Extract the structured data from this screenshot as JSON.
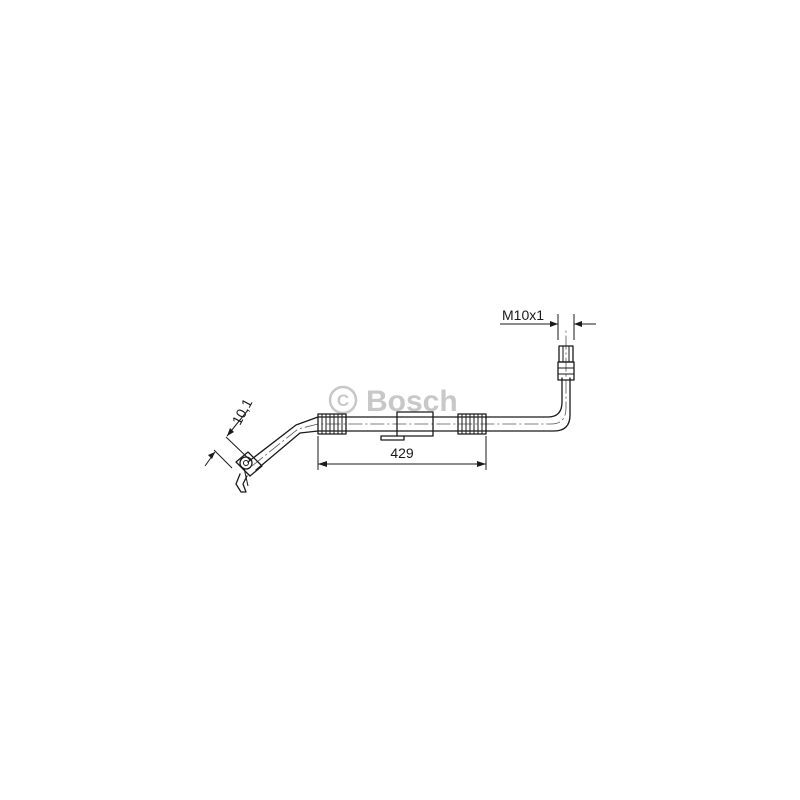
{
  "watermark": {
    "copyright_symbol": "C",
    "brand": "Bosch"
  },
  "dimensions": {
    "thread": "M10x1",
    "fitting_diameter": "10,1",
    "length": "429"
  },
  "colors": {
    "line": "#1a1a1a",
    "watermark": "#c8c8c8"
  }
}
